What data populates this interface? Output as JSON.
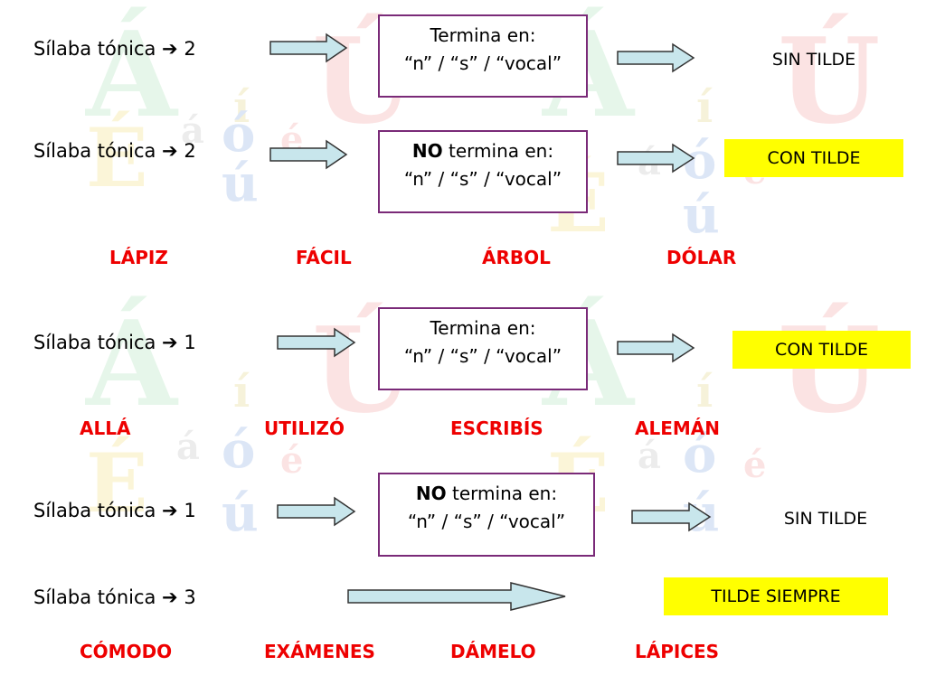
{
  "background_letters": [
    "Á",
    "í",
    "Ú",
    "Á",
    "í",
    "Ú",
    "á",
    "ó",
    "é",
    "á",
    "ó",
    "é",
    "É",
    "ú",
    "É",
    "ú"
  ],
  "rows": [
    {
      "label": "Sílaba tónica ➔ 2",
      "box_line1_bold": "",
      "box_line1": "Termina en:",
      "box_line2": "“n” / “s” / “vocal”",
      "result": "SIN TILDE",
      "result_highlight": false
    },
    {
      "label": "Sílaba tónica ➔ 2",
      "box_line1_bold": "NO",
      "box_line1": " termina en:",
      "box_line2": "“n” / “s” / “vocal”",
      "result": "CON TILDE",
      "result_highlight": true
    },
    {
      "label": "Sílaba tónica ➔ 1",
      "box_line1_bold": "",
      "box_line1": "Termina en:",
      "box_line2": "“n” / “s” / “vocal”",
      "result": "CON TILDE",
      "result_highlight": true
    },
    {
      "label": "Sílaba tónica ➔ 1",
      "box_line1_bold": "NO",
      "box_line1": " termina en:",
      "box_line2": "“n” / “s” / “vocal”",
      "result": "SIN TILDE",
      "result_highlight": false
    },
    {
      "label": "Sílaba tónica ➔ 3",
      "result": "TILDE SIEMPRE",
      "result_highlight": true
    }
  ],
  "example_groups": [
    [
      "LÁPIZ",
      "FÁCIL",
      "ÁRBOL",
      "DÓLAR"
    ],
    [
      "ALLÁ",
      "UTILIZÓ",
      "ESCRIBÍS",
      "ALEMÁN"
    ],
    [
      "CÓMODO",
      "EXÁMENES",
      "DÁMELO",
      "LÁPICES"
    ]
  ],
  "colors": {
    "box_border": "#7a2a78",
    "highlight": "#ffff00",
    "example_text": "#ee0000",
    "arrow_fill": "#c8e6ec",
    "arrow_stroke": "#333333"
  }
}
